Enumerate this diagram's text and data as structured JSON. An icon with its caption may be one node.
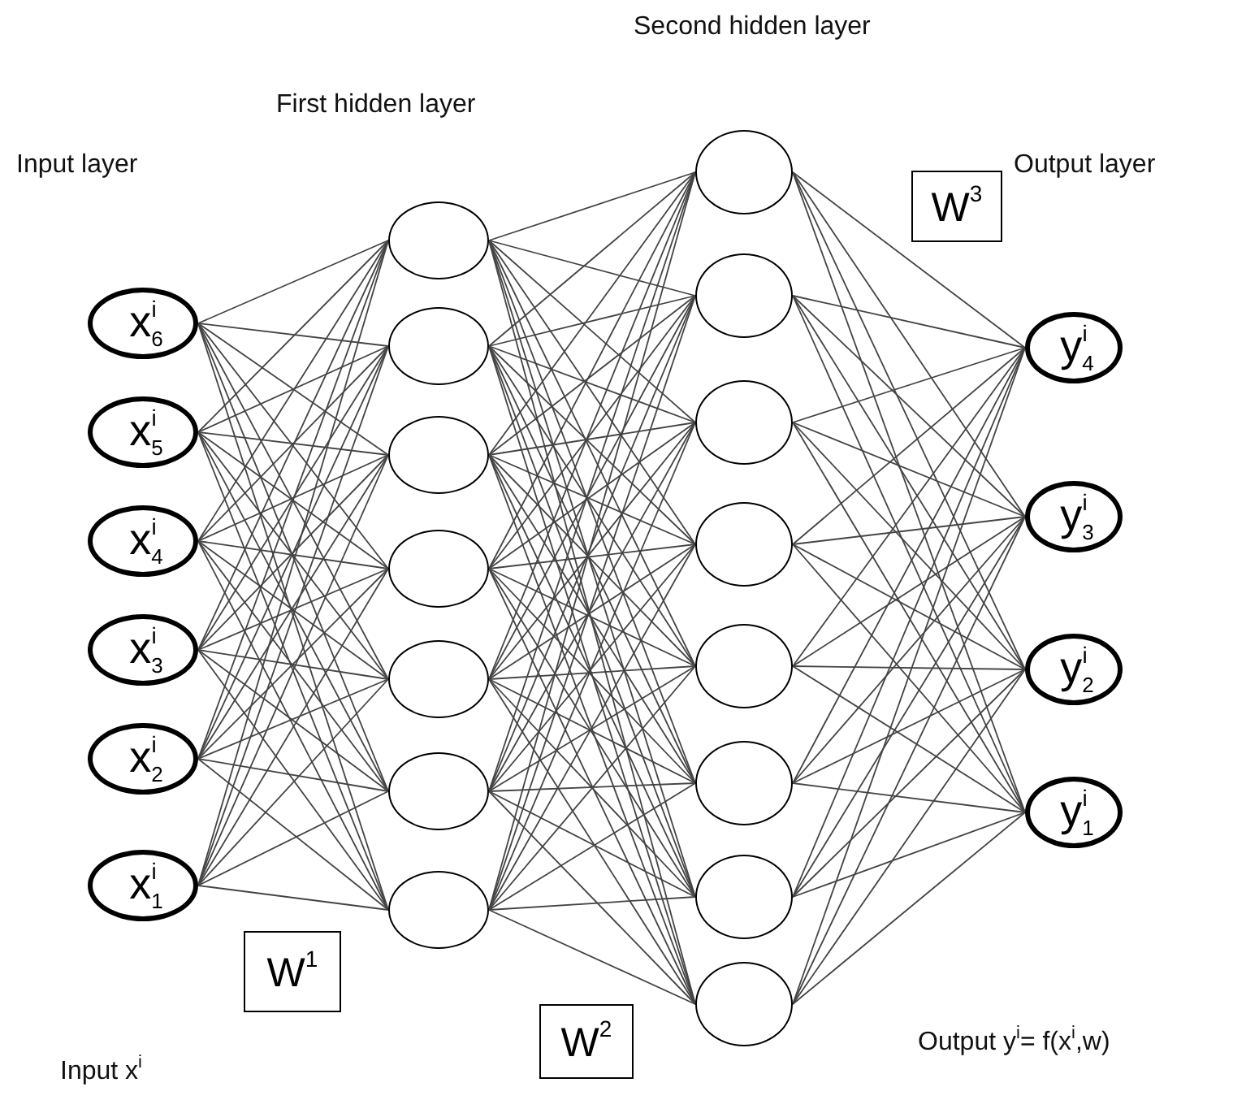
{
  "diagram": {
    "nodes": [
      {
        "text": [
          "x$_{6}$$^{i}$"
        ]
      },
      {
        "text": [
          "x$_{5}$$^{i}$"
        ]
      },
      {
        "text": [
          "x$_{4}$$^{i}$"
        ]
      },
      {
        "text": [
          "x$_{3}$$^{i}$"
        ]
      },
      {
        "text": [
          "x$_{2}$$^{i}$"
        ]
      },
      {
        "text": [
          "x$_{1}$$^{i}$"
        ]
      },
      {
        "text": [],
        "shape": "circle"
      },
      {
        "text": [],
        "shape": "circle"
      },
      {
        "text": [],
        "shape": "circle"
      },
      {
        "text": [],
        "shape": "circle"
      },
      {
        "text": [],
        "shape": "circle"
      },
      {
        "text": [],
        "shape": "circle"
      },
      {
        "text": [],
        "shape": "circle"
      },
      {
        "text": [],
        "shape": "circle"
      },
      {
        "text": [],
        "shape": "circle"
      },
      {
        "text": [],
        "shape": "circle"
      },
      {
        "text": [],
        "shape": "circle"
      },
      {
        "text": [],
        "shape": "circle"
      },
      {
        "text": [],
        "shape": "circle"
      },
      {
        "text": [],
        "shape": "circle"
      },
      {
        "text": [],
        "shape": "circle"
      },
      {
        "text": [
          "y$_{4}$$^{i}$"
        ]
      },
      {
        "text": [
          "y$_{3}$$^{i}$"
        ]
      },
      {
        "text": [
          "y$_{2}$$^{i}$"
        ]
      },
      {
        "text": [
          "y$_{1}$$^{i}$"
        ]
      },
      {
        "text": [
          "W$^{1}$"
        ]
      },
      {
        "text": [
          "W$^{2}$"
        ]
      },
      {
        "text": [
          "W$^{3}$"
        ]
      }
    ],
    "edges": [
      {
        "from": 0,
        "to": 6,
        "arrow": "none"
      },
      {
        "from": 0,
        "to": 7,
        "arrow": "none"
      },
      {
        "from": 0,
        "to": 8,
        "arrow": "none"
      },
      {
        "from": 0,
        "to": 9,
        "arrow": "none"
      },
      {
        "from": 0,
        "to": 10,
        "arrow": "none"
      },
      {
        "from": 0,
        "to": 11,
        "arrow": "none"
      },
      {
        "from": 0,
        "to": 12,
        "arrow": "none"
      },
      {
        "from": 1,
        "to": 6,
        "arrow": "none"
      },
      {
        "from": 1,
        "to": 7,
        "arrow": "none"
      },
      {
        "from": 1,
        "to": 8,
        "arrow": "none"
      },
      {
        "from": 1,
        "to": 9,
        "arrow": "none"
      },
      {
        "from": 1,
        "to": 10,
        "arrow": "none"
      },
      {
        "from": 1,
        "to": 11,
        "arrow": "none"
      },
      {
        "from": 1,
        "to": 12,
        "arrow": "none"
      },
      {
        "from": 2,
        "to": 6,
        "arrow": "none"
      },
      {
        "from": 2,
        "to": 7,
        "arrow": "none"
      },
      {
        "from": 2,
        "to": 8,
        "arrow": "none"
      },
      {
        "from": 2,
        "to": 9,
        "arrow": "none"
      },
      {
        "from": 2,
        "to": 10,
        "arrow": "none"
      },
      {
        "from": 2,
        "to": 11,
        "arrow": "none"
      },
      {
        "from": 2,
        "to": 12,
        "arrow": "none"
      },
      {
        "from": 3,
        "to": 6,
        "arrow": "none"
      },
      {
        "from": 3,
        "to": 7,
        "arrow": "none"
      },
      {
        "from": 3,
        "to": 8,
        "arrow": "none"
      },
      {
        "from": 3,
        "to": 9,
        "arrow": "none"
      },
      {
        "from": 3,
        "to": 10,
        "arrow": "none"
      },
      {
        "from": 3,
        "to": 11,
        "arrow": "none"
      },
      {
        "from": 3,
        "to": 12,
        "arrow": "none"
      },
      {
        "from": 4,
        "to": 6,
        "arrow": "none"
      },
      {
        "from": 4,
        "to": 7,
        "arrow": "none"
      },
      {
        "from": 4,
        "to": 8,
        "arrow": "none"
      },
      {
        "from": 4,
        "to": 9,
        "arrow": "none"
      },
      {
        "from": 4,
        "to": 10,
        "arrow": "none"
      },
      {
        "from": 4,
        "to": 11,
        "arrow": "none"
      },
      {
        "from": 4,
        "to": 12,
        "arrow": "none"
      },
      {
        "from": 5,
        "to": 6,
        "arrow": "none"
      },
      {
        "from": 5,
        "to": 7,
        "arrow": "none"
      },
      {
        "from": 5,
        "to": 8,
        "arrow": "none"
      },
      {
        "from": 5,
        "to": 9,
        "arrow": "none"
      },
      {
        "from": 5,
        "to": 10,
        "arrow": "none"
      },
      {
        "from": 5,
        "to": 11,
        "arrow": "none"
      },
      {
        "from": 5,
        "to": 12,
        "arrow": "none"
      },
      {
        "from": 6,
        "to": 13,
        "arrow": "none"
      },
      {
        "from": 6,
        "to": 14,
        "arrow": "none"
      },
      {
        "from": 6,
        "to": 15,
        "arrow": "none"
      },
      {
        "from": 6,
        "to": 16,
        "arrow": "none"
      },
      {
        "from": 6,
        "to": 17,
        "arrow": "none"
      },
      {
        "from": 6,
        "to": 18,
        "arrow": "none"
      },
      {
        "from": 6,
        "to": 19,
        "arrow": "none"
      },
      {
        "from": 6,
        "to": 20,
        "arrow": "none"
      },
      {
        "from": 7,
        "to": 13,
        "arrow": "none"
      },
      {
        "from": 7,
        "to": 14,
        "arrow": "none"
      },
      {
        "from": 7,
        "to": 15,
        "arrow": "none"
      },
      {
        "from": 7,
        "to": 16,
        "arrow": "none"
      },
      {
        "from": 7,
        "to": 17,
        "arrow": "none"
      },
      {
        "from": 7,
        "to": 18,
        "arrow": "none"
      },
      {
        "from": 7,
        "to": 19,
        "arrow": "none"
      },
      {
        "from": 7,
        "to": 20,
        "arrow": "none"
      },
      {
        "from": 8,
        "to": 13,
        "arrow": "none"
      },
      {
        "from": 8,
        "to": 14,
        "arrow": "none"
      },
      {
        "from": 8,
        "to": 15,
        "arrow": "none"
      },
      {
        "from": 8,
        "to": 16,
        "arrow": "none"
      },
      {
        "from": 8,
        "to": 17,
        "arrow": "none"
      },
      {
        "from": 8,
        "to": 18,
        "arrow": "none"
      },
      {
        "from": 8,
        "to": 19,
        "arrow": "none"
      },
      {
        "from": 8,
        "to": 20,
        "arrow": "none"
      },
      {
        "from": 9,
        "to": 13,
        "arrow": "none"
      },
      {
        "from": 9,
        "to": 14,
        "arrow": "none"
      },
      {
        "from": 9,
        "to": 15,
        "arrow": "none"
      },
      {
        "from": 9,
        "to": 16,
        "arrow": "none"
      },
      {
        "from": 9,
        "to": 17,
        "arrow": "none"
      },
      {
        "from": 9,
        "to": 18,
        "arrow": "none"
      },
      {
        "from": 9,
        "to": 19,
        "arrow": "none"
      },
      {
        "from": 9,
        "to": 20,
        "arrow": "none"
      },
      {
        "from": 10,
        "to": 13,
        "arrow": "none"
      },
      {
        "from": 10,
        "to": 14,
        "arrow": "none"
      },
      {
        "from": 10,
        "to": 15,
        "arrow": "none"
      },
      {
        "from": 10,
        "to": 16,
        "arrow": "none"
      },
      {
        "from": 10,
        "to": 17,
        "arrow": "none"
      },
      {
        "from": 10,
        "to": 18,
        "arrow": "none"
      },
      {
        "from": 10,
        "to": 19,
        "arrow": "none"
      },
      {
        "from": 10,
        "to": 20,
        "arrow": "none"
      },
      {
        "from": 11,
        "to": 13,
        "arrow": "none"
      },
      {
        "from": 11,
        "to": 14,
        "arrow": "none"
      },
      {
        "from": 11,
        "to": 15,
        "arrow": "none"
      },
      {
        "from": 11,
        "to": 16,
        "arrow": "none"
      },
      {
        "from": 11,
        "to": 17,
        "arrow": "none"
      },
      {
        "from": 11,
        "to": 18,
        "arrow": "none"
      },
      {
        "from": 11,
        "to": 19,
        "arrow": "none"
      },
      {
        "from": 11,
        "to": 20,
        "arrow": "none"
      },
      {
        "from": 12,
        "to": 13,
        "arrow": "none"
      },
      {
        "from": 12,
        "to": 14,
        "arrow": "none"
      },
      {
        "from": 12,
        "to": 15,
        "arrow": "none"
      },
      {
        "from": 12,
        "to": 16,
        "arrow": "none"
      },
      {
        "from": 12,
        "to": 17,
        "arrow": "none"
      },
      {
        "from": 12,
        "to": 18,
        "arrow": "none"
      },
      {
        "from": 12,
        "to": 19,
        "arrow": "none"
      },
      {
        "from": 12,
        "to": 20,
        "arrow": "none"
      },
      {
        "from": 13,
        "to": 21,
        "arrow": "none"
      },
      {
        "from": 13,
        "to": 22,
        "arrow": "none"
      },
      {
        "from": 13,
        "to": 23,
        "arrow": "none"
      },
      {
        "from": 13,
        "to": 24,
        "arrow": "none"
      },
      {
        "from": 14,
        "to": 21,
        "arrow": "none"
      },
      {
        "from": 14,
        "to": 22,
        "arrow": "none"
      },
      {
        "from": 14,
        "to": 23,
        "arrow": "none"
      },
      {
        "from": 14,
        "to": 24,
        "arrow": "none"
      },
      {
        "from": 15,
        "to": 21,
        "arrow": "none"
      },
      {
        "from": 15,
        "to": 22,
        "arrow": "none"
      },
      {
        "from": 15,
        "to": 23,
        "arrow": "none"
      },
      {
        "from": 15,
        "to": 24,
        "arrow": "none"
      },
      {
        "from": 16,
        "to": 21,
        "arrow": "none"
      },
      {
        "from": 16,
        "to": 22,
        "arrow": "none"
      },
      {
        "from": 16,
        "to": 23,
        "arrow": "none"
      },
      {
        "from": 16,
        "to": 24,
        "arrow": "none"
      },
      {
        "from": 17,
        "to": 21,
        "arrow": "none"
      },
      {
        "from": 17,
        "to": 22,
        "arrow": "none"
      },
      {
        "from": 17,
        "to": 23,
        "arrow": "none"
      },
      {
        "from": 17,
        "to": 24,
        "arrow": "none"
      },
      {
        "from": 18,
        "to": 21,
        "arrow": "none"
      },
      {
        "from": 18,
        "to": 22,
        "arrow": "none"
      },
      {
        "from": 18,
        "to": 23,
        "arrow": "none"
      },
      {
        "from": 18,
        "to": 24,
        "arrow": "none"
      },
      {
        "from": 19,
        "to": 21,
        "arrow": "none"
      },
      {
        "from": 19,
        "to": 22,
        "arrow": "none"
      },
      {
        "from": 19,
        "to": 23,
        "arrow": "none"
      },
      {
        "from": 19,
        "to": 24,
        "arrow": "none"
      },
      {
        "from": 20,
        "to": 21,
        "arrow": "none"
      },
      {
        "from": 20,
        "to": 22,
        "arrow": "none"
      },
      {
        "from": 20,
        "to": 23,
        "arrow": "none"
      },
      {
        "from": 20,
        "to": 24,
        "arrow": "none"
      }
    ],
    "labels": [
      "Second hidden layer",
      "First hidden layer",
      "Input layer",
      "Output layer",
      "Input x$^{i}$",
      "Output y$^{i}$= f(x$^{i}$,w)"
    ]
  }
}
